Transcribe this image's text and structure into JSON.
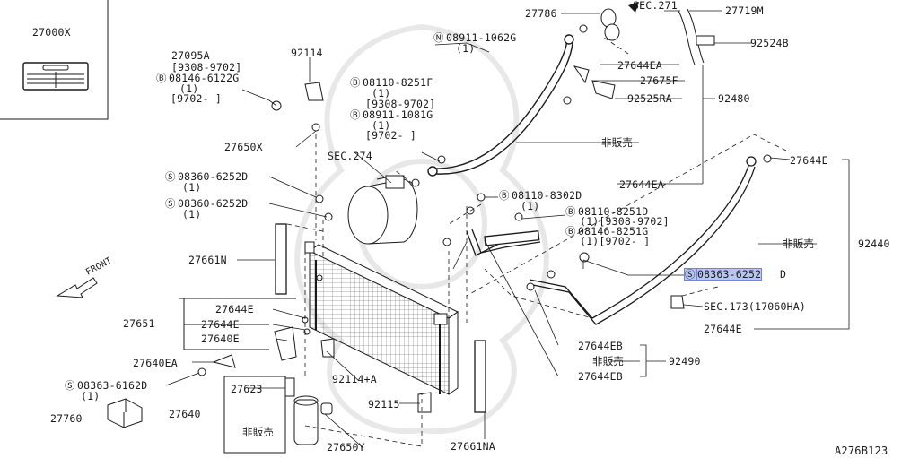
{
  "diagram_code": "A276B123",
  "labels": {
    "p27000X": "27000X",
    "p27095A": "27095A",
    "p27095A_range": "[9308-9702]",
    "p08146_6122G": "08146-6122G",
    "p08146_6122G_qty": "(1)",
    "p08146_6122G_range": "[9702-    ]",
    "p92114": "92114",
    "p08110_8251F": "08110-8251F",
    "p08110_8251F_qty": "(1)",
    "p08110_8251F_range": "[9308-9702]",
    "p08911_1081G": "08911-1081G",
    "p08911_1081G_qty": "(1)",
    "p08911_1081G_range": "[9702-    ]",
    "p27650X": "27650X",
    "sec274": "SEC.274",
    "p08360_6252D_a": "08360-6252D",
    "p08360_6252D_a_qty": "(1)",
    "p08360_6252D_b": "08360-6252D",
    "p08360_6252D_b_qty": "(1)",
    "p27661N": "27661N",
    "front": "FRONT",
    "p27644E_a": "27644E",
    "p27651": "27651",
    "p27644E_b": "27644E",
    "p27640E": "27640E",
    "p27640EA": "27640EA",
    "p08363_6162D": "08363-6162D",
    "p08363_6162D_qty": "(1)",
    "p27760": "27760",
    "p27623": "27623",
    "p27640": "27640",
    "not_sold_a": "非販売",
    "p27650Y": "27650Y",
    "p92114A": "92114+A",
    "p92115": "92115",
    "p27661NA": "27661NA",
    "p27786": "27786",
    "sec271": "SEC.271",
    "p27719M": "27719M",
    "p92524B": "92524B",
    "p08911_1062G": "08911-1062G",
    "p08911_1062G_qty": "(1)",
    "p27644EA_a": "27644EA",
    "p27675F": "27675F",
    "p92525RA": "92525RA",
    "p92480": "92480",
    "not_sold_b": "非販売",
    "p27644EA_b": "27644EA",
    "p27644E_c": "27644E",
    "p08110_8302D": "08110-8302D",
    "p08110_8302D_qty": "(1)",
    "p08110_8251D": "08110-8251D",
    "p08110_8251D_range": "(1)[9308-9702]",
    "p08146_8251G": "08146-8251G",
    "p08146_8251G_range": "(1)[9702-  ]",
    "not_sold_c": "非販売",
    "p92440": "92440",
    "p08363_6252D": "08363-6252",
    "p08363_6252D_suffix": "D",
    "sec173": "SEC.173(17060HA)",
    "p27644E_d": "27644E",
    "p27644EB_a": "27644EB",
    "not_sold_d": "非販売",
    "p92490": "92490",
    "p27644EB_b": "27644EB"
  },
  "colors": {
    "line": "#1a1a1a",
    "highlight": "#b7c6f1"
  }
}
